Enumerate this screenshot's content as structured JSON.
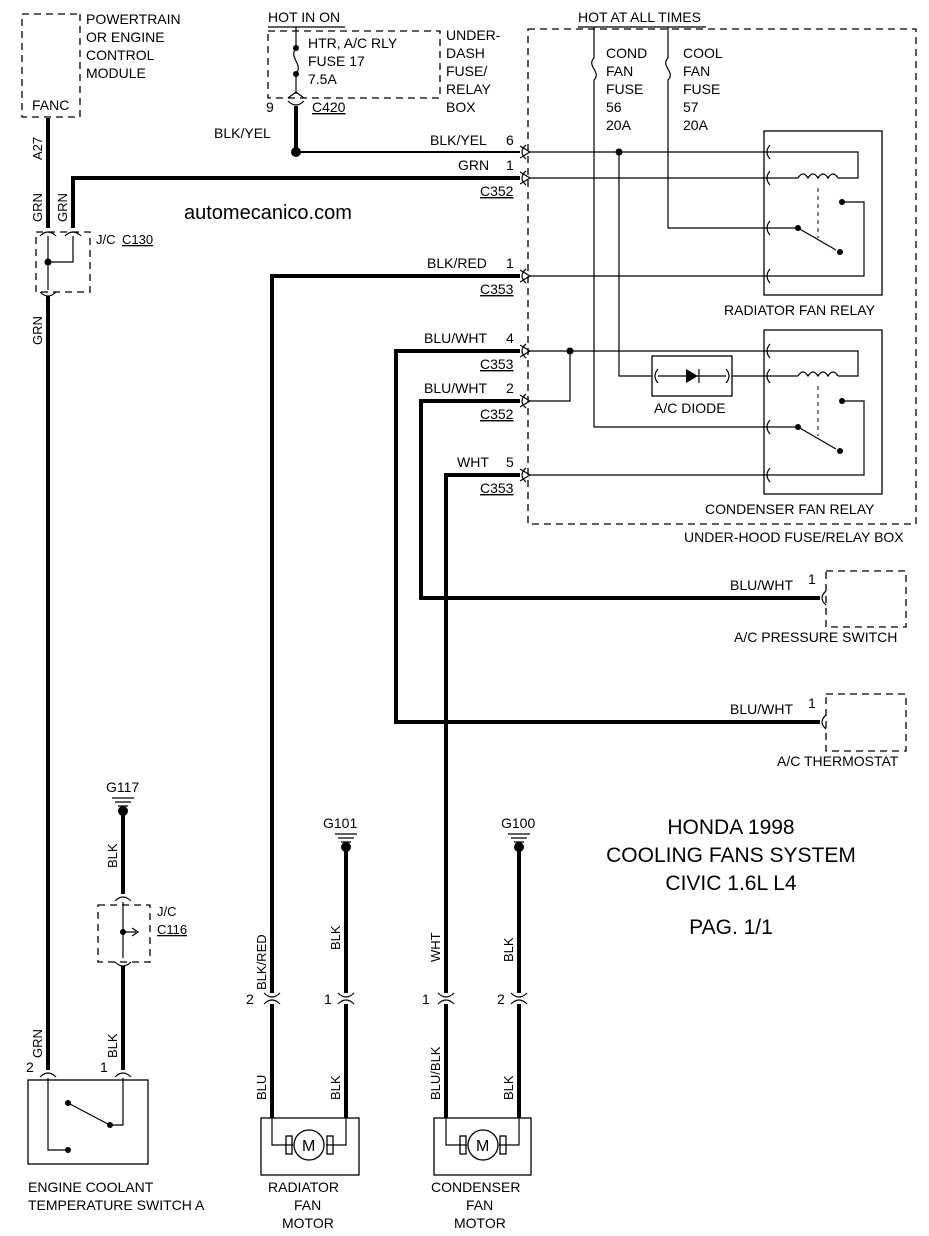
{
  "watermark": "automecanico.com",
  "title": {
    "line1": "HONDA 1998",
    "line2": "COOLING FANS SYSTEM",
    "line3": "CIVIC 1.6L L4",
    "page": "PAG. 1/1"
  },
  "pcm": {
    "line1": "POWERTRAIN",
    "line2": "OR ENGINE",
    "line3": "CONTROL",
    "line4": "MODULE",
    "pin": "FANC",
    "terminal": "A27"
  },
  "underdash": {
    "hot_label": "HOT IN ON",
    "fuse_line1": "HTR, A/C RLY",
    "fuse_line2": "FUSE 17",
    "fuse_line3": "7.5A",
    "box_line1": "UNDER-",
    "box_line2": "DASH",
    "box_line3": "FUSE/",
    "box_line4": "RELAY",
    "box_line5": "BOX",
    "pin": "9",
    "connector": "C420"
  },
  "underhood": {
    "hot_label": "HOT AT ALL TIMES",
    "box_label": "UNDER-HOOD FUSE/RELAY BOX",
    "fuse56": {
      "l1": "COND",
      "l2": "FAN",
      "l3": "FUSE",
      "l4": "56",
      "l5": "20A"
    },
    "fuse57": {
      "l1": "COOL",
      "l2": "FAN",
      "l3": "FUSE",
      "l4": "57",
      "l5": "20A"
    },
    "radiator_relay": "RADIATOR FAN RELAY",
    "condenser_relay": "CONDENSER FAN RELAY",
    "diode": "A/C DIODE"
  },
  "connectors": {
    "c352": "C352",
    "c353": "C353",
    "jc130_prefix": "J/C",
    "jc130": "C130",
    "jc116_prefix": "J/C",
    "jc116": "C116"
  },
  "wires": {
    "blk_yel": "BLK/YEL",
    "grn": "GRN",
    "blk_red": "BLK/RED",
    "blu_wht": "BLU/WHT",
    "wht": "WHT",
    "blk": "BLK",
    "blu": "BLU",
    "blu_blk": "BLU/BLK",
    "a27": "A27"
  },
  "pins": {
    "p1": "1",
    "p2": "2",
    "p4": "4",
    "p5": "5",
    "p6": "6"
  },
  "grounds": {
    "g117": "G117",
    "g101": "G101",
    "g100": "G100"
  },
  "components": {
    "pressure_switch": "A/C PRESSURE SWITCH",
    "thermostat": "A/C THERMOSTAT",
    "ect_line1": "ENGINE COOLANT",
    "ect_line2": "TEMPERATURE SWITCH A",
    "rad_motor_l1": "RADIATOR",
    "rad_motor_l2": "FAN",
    "rad_motor_l3": "MOTOR",
    "cond_motor_l1": "CONDENSER",
    "cond_motor_l2": "FAN",
    "cond_motor_l3": "MOTOR",
    "motor_symbol": "M"
  }
}
